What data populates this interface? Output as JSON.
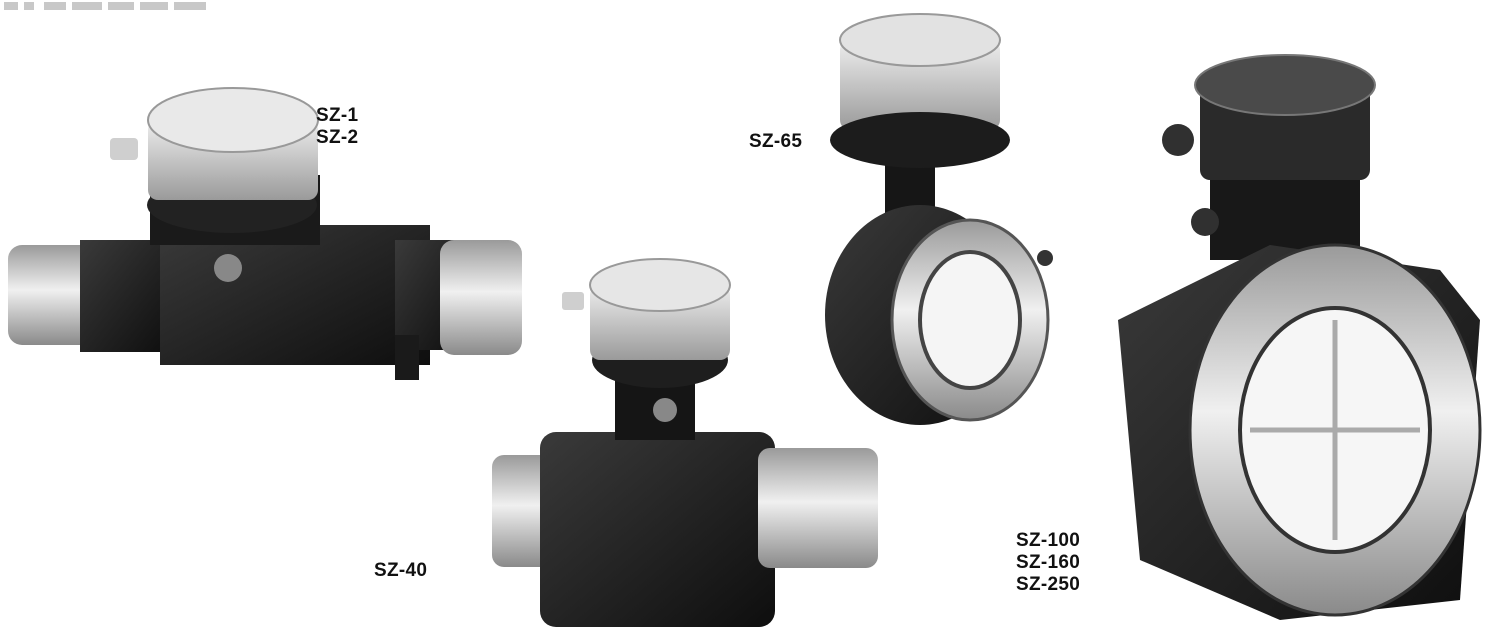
{
  "labels": {
    "small_meters": [
      "SZ-1",
      "SZ-2"
    ],
    "medium_meter": "SZ-65",
    "inline_meter": "SZ-40",
    "large_meters": [
      "SZ-100",
      "SZ-160",
      "SZ-250"
    ]
  },
  "colors": {
    "body_dark": "#1c1c1c",
    "dial_light": "#d8d8d8",
    "fitting_light": "#bdbdbd",
    "background": "#ffffff"
  }
}
